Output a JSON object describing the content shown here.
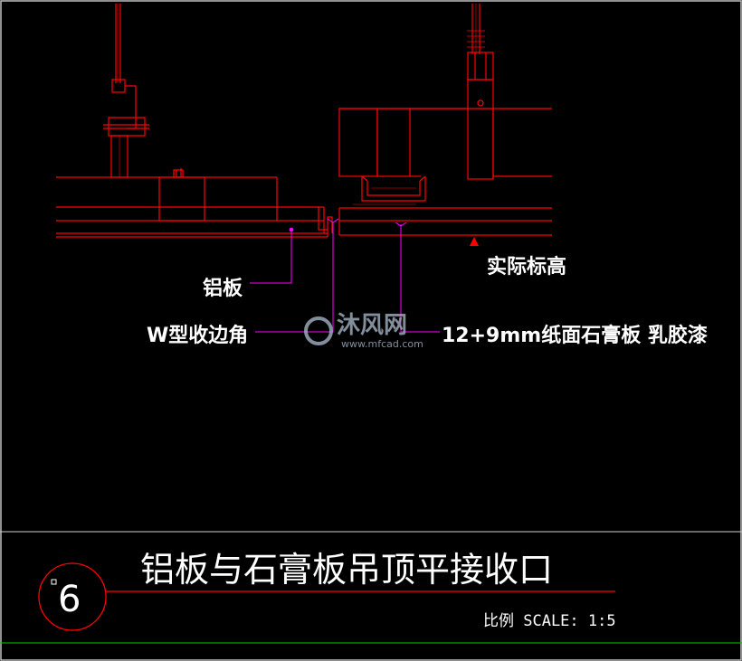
{
  "labels": {
    "actual_elevation": "实际标高",
    "aluminum_panel": "铝板",
    "w_edge_trim": "W型收边角",
    "gypsum_board": "12+9mm纸面石膏板 乳胶漆"
  },
  "title_block": {
    "detail_number": "6",
    "title": "铝板与石膏板吊顶平接收口",
    "scale_text": "比例 SCALE: 1:5"
  },
  "watermark": {
    "brand": "沐风网",
    "url": "www.mfcad.com"
  },
  "colors": {
    "background": "#000000",
    "geometry": "#ff0000",
    "leader": "#ff00ff",
    "text": "#ffffff",
    "border": "#00ff00"
  }
}
